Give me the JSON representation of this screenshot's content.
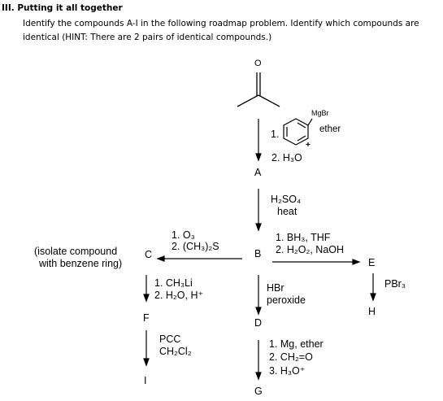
{
  "header": {
    "section_title": "III. Putting it all together",
    "instruction_line1": "Identify the compounds A-I in the following roadmap problem. Identify which compounds are",
    "instruction_line2": "identical (HINT: There are 2 pairs of identical compounds.)"
  },
  "molecule_labels": {
    "oxygen": "O",
    "mgbr": "MgBr",
    "ether": "ether"
  },
  "compounds": [
    "A",
    "B",
    "C",
    "D",
    "E",
    "F",
    "G",
    "H",
    "I"
  ],
  "steps": {
    "to_A": {
      "step1": "1.",
      "step2": "2. H₃O",
      "plus": "+"
    },
    "A_to_B": {
      "line1": "H₂SO₄",
      "line2": "heat"
    },
    "B_to_C": {
      "line1": "1. O₃",
      "line2": "2. (CH₃)₂S"
    },
    "B_to_E": {
      "line1": "1. BH₃, THF",
      "line2": "2. H₂O₂, NaOH"
    },
    "E_to_H": {
      "line1": "PBr₃"
    },
    "C_to_F": {
      "line1": "1. CH₃Li",
      "line2": "2. H₂O, H⁺"
    },
    "B_to_D": {
      "line1": "HBr",
      "line2": "peroxide"
    },
    "F_to_I": {
      "line1": "PCC",
      "line2": "CH₂Cl₂"
    },
    "D_to_G": {
      "line1": "1. Mg, ether",
      "line2": "2. CH₂=O",
      "line3": "3. H₃O⁺"
    }
  },
  "note_C": {
    "line1": "(isolate compound",
    "line2": "with benzene ring)"
  }
}
